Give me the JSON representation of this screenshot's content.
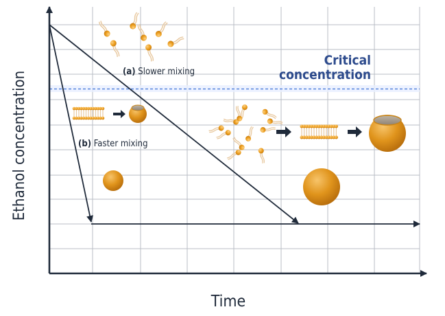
{
  "axes": {
    "x_label": "Time",
    "y_label": "Ethanol concentration"
  },
  "critical": {
    "line1": "Critical",
    "line2": "concentration"
  },
  "labels": {
    "slower_letter": "(a)",
    "slower_text": " Slower mixing",
    "faster_letter": "(b)",
    "faster_text": " Faster mixing"
  },
  "colors": {
    "axis": "#1f2a3a",
    "grid": "#b9bcc4",
    "critical_line": "#3b6fd6",
    "critical_text": "#2c4a8c",
    "sphere": "#e0941c",
    "lipid_head": "#f0a41f",
    "lipid_tail": "#e8c9a0"
  }
}
